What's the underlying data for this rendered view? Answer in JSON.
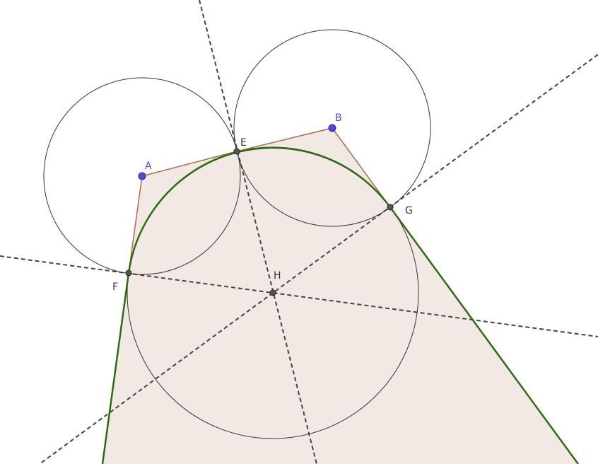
{
  "points": {
    "A": {
      "label": "A"
    },
    "B": {
      "label": "B"
    },
    "E": {
      "label": "E"
    },
    "F": {
      "label": "F"
    },
    "G": {
      "label": "G"
    },
    "H": {
      "label": "H"
    }
  },
  "colors": {
    "background": "#ffffff",
    "region_fill": "#f3e9e4",
    "polygon_edge": "#b0674a",
    "arc_stroke": "#2e6b17",
    "circle_stroke": "#333333",
    "dashed_line": "#444444",
    "free_point": "#4b4bd6",
    "dependent_point": "#444444"
  }
}
